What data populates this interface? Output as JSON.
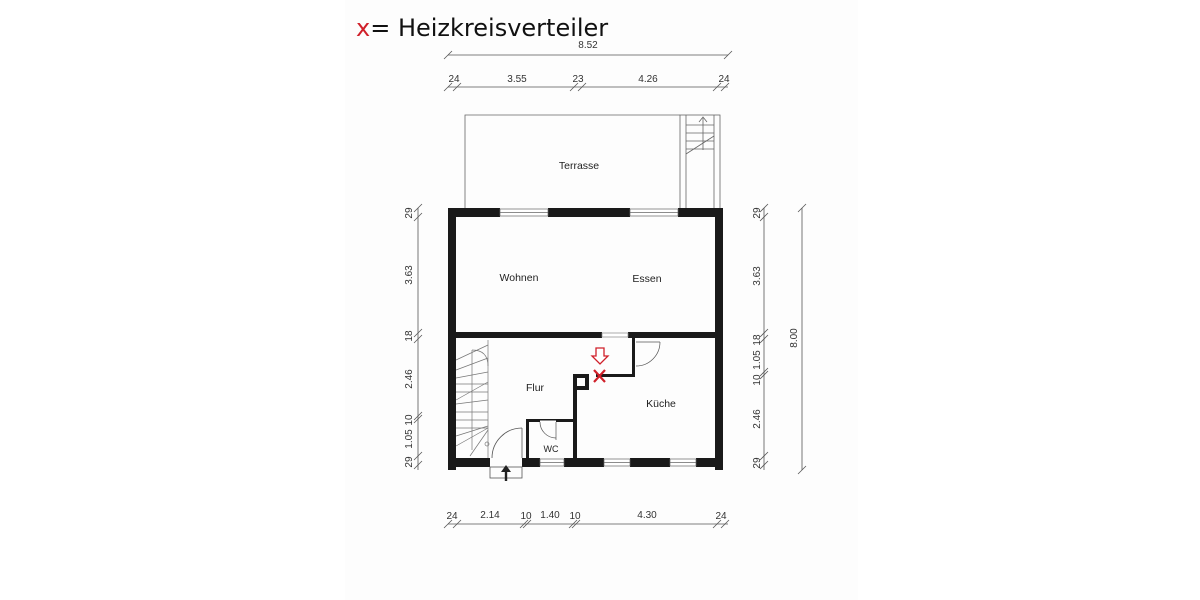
{
  "legend": {
    "marker": "x",
    "text": "= Heizkreisverteiler",
    "marker_color": "#d0202a"
  },
  "dimensions": {
    "top_total": "8.52",
    "top_segments": [
      "24",
      "3.55",
      "23",
      "4.26",
      "24"
    ],
    "bottom_segments": [
      "24",
      "2.14",
      "10",
      "1.40",
      "10",
      "4.30",
      "24"
    ],
    "left_segments": [
      "29",
      "3.63",
      "18",
      "2.46",
      "10",
      "1.05",
      "29"
    ],
    "right_segments": [
      "29",
      "3.63",
      "18",
      "1.05",
      "10",
      "2.46",
      "29"
    ],
    "right_total": "8.00"
  },
  "rooms": {
    "terrace": "Terrasse",
    "living": "Wohnen",
    "dining": "Essen",
    "hallway": "Flur",
    "kitchen": "Küche",
    "wc": "WC"
  },
  "colors": {
    "wall": "#1a1a1a",
    "line": "#555555",
    "marker": "#d0202a"
  }
}
